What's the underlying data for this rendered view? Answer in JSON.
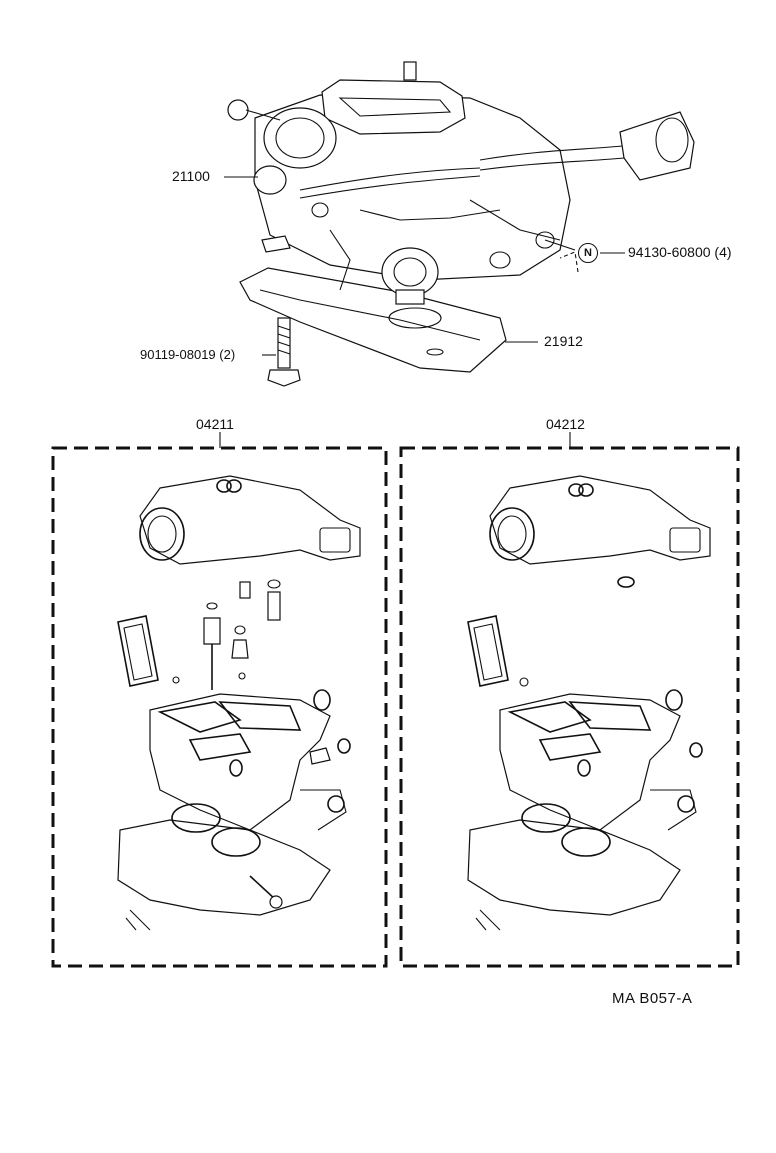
{
  "labels": {
    "carburetor_assy": "21100",
    "gasket_21912": "21912",
    "bolt": "90119-08019 (2)",
    "nut_badge": "N",
    "nut": "94130-60800 (4)",
    "kit_04211": "04211",
    "kit_04212": "04212"
  },
  "diagram_code": "MA  B057-A"
}
